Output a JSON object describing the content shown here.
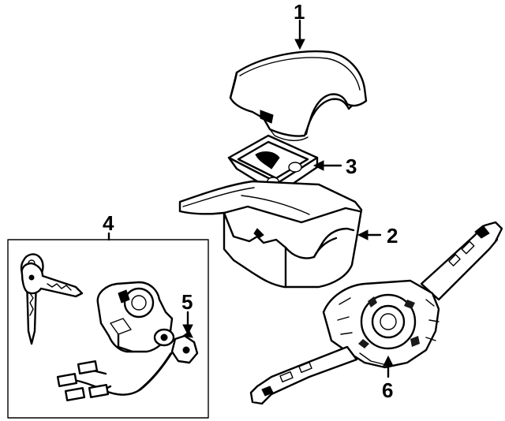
{
  "callouts": [
    {
      "id": "1",
      "label": "1"
    },
    {
      "id": "2",
      "label": "2"
    },
    {
      "id": "3",
      "label": "3"
    },
    {
      "id": "4",
      "label": "4"
    },
    {
      "id": "5",
      "label": "5"
    },
    {
      "id": "6",
      "label": "6"
    }
  ],
  "parts": {
    "upper_cover": "upper-column-cover",
    "lower_cover": "lower-column-cover",
    "cover_insert": "cover-insert",
    "lock_kit": "ignition-lock-kit",
    "key_switch": "key-reminder-switch",
    "combo_switch": "combination-switch"
  }
}
